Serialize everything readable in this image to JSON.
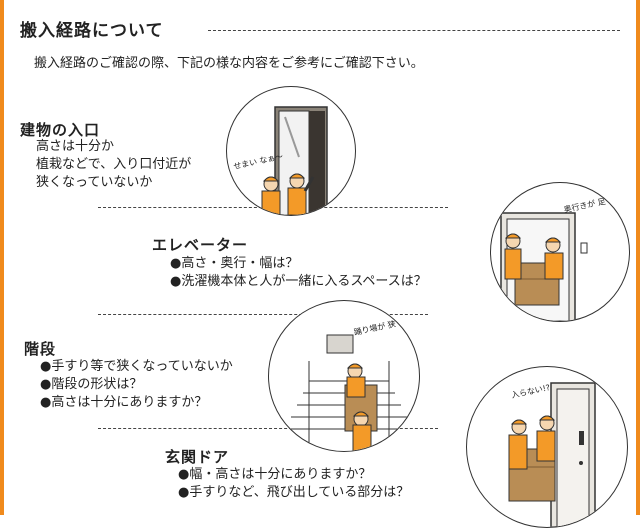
{
  "title": "搬入経路について",
  "intro": "搬入経路のご確認の際、下記の様な内容をご参考にご確認下さい。",
  "sections": [
    {
      "heading": "建物の入口",
      "lines": [
        "高さは十分か",
        "植栽などで、入り口付近が",
        "狭くなっていないか"
      ],
      "illustration_note": "せまい なぁ～"
    },
    {
      "heading": "エレベーター",
      "lines": [
        "●高さ・奥行・幅は？",
        "●洗濯機本体と人が一緒に入るスペースは？"
      ],
      "illustration_note": "奥行きが 足りないか…"
    },
    {
      "heading": "階段",
      "lines": [
        "●手すり等で狭くなっていないか",
        "●階段の形状は？",
        "●高さは十分にありますか？"
      ],
      "illustration_note": "踊り場が 狭く なってる!"
    },
    {
      "heading": "玄関ドア",
      "lines": [
        "●幅・高さは十分にありますか？",
        "●手すりなど、飛び出している部分は？"
      ],
      "illustration_note": "入らない!?"
    }
  ],
  "colors": {
    "accent": "#f08a1c",
    "worker": "#f39a28"
  },
  "icons": [
    "entrance-illustration",
    "elevator-illustration",
    "stairs-illustration",
    "door-illustration"
  ]
}
